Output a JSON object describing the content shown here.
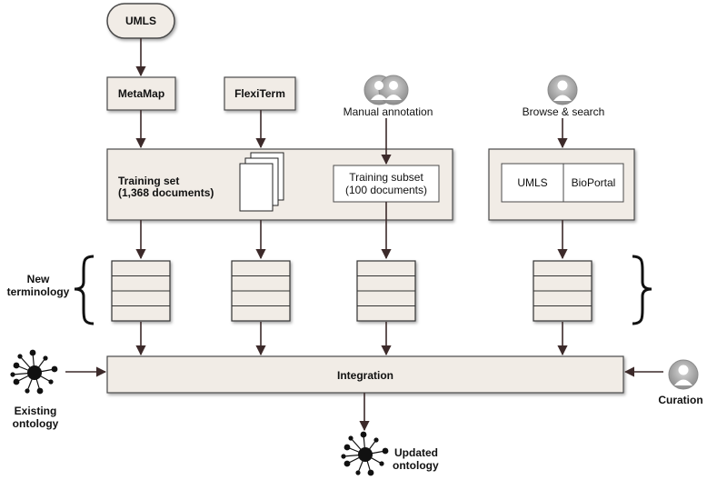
{
  "nodes": {
    "umls_top": "UMLS",
    "metamap": "MetaMap",
    "flexiterm": "FlexiTerm",
    "manual_annotation": "Manual annotation",
    "browse_search": "Browse & search",
    "training_set": "Training set",
    "training_set_count": "(1,368 documents)",
    "training_subset": "Training subset",
    "training_subset_count": "(100 documents)",
    "umls_box": "UMLS",
    "bioportal": "BioPortal",
    "new_terminology_1": "New",
    "new_terminology_2": "terminology",
    "integration": "Integration",
    "existing_ontology_1": "Existing",
    "existing_ontology_2": "ontology",
    "curation": "Curation",
    "updated_ontology_1": "Updated",
    "updated_ontology_2": "ontology"
  },
  "icons": [
    "person-icon",
    "people-icon",
    "network-icon",
    "document-stack-icon",
    "term-table-icon",
    "brace-icon",
    "arrow-icon"
  ],
  "colors": {
    "box_fill": "#f1ece6",
    "box_stroke": "#4a4a4a",
    "arrow": "#3c2a2a",
    "person_gray": "#9a9a9a"
  }
}
